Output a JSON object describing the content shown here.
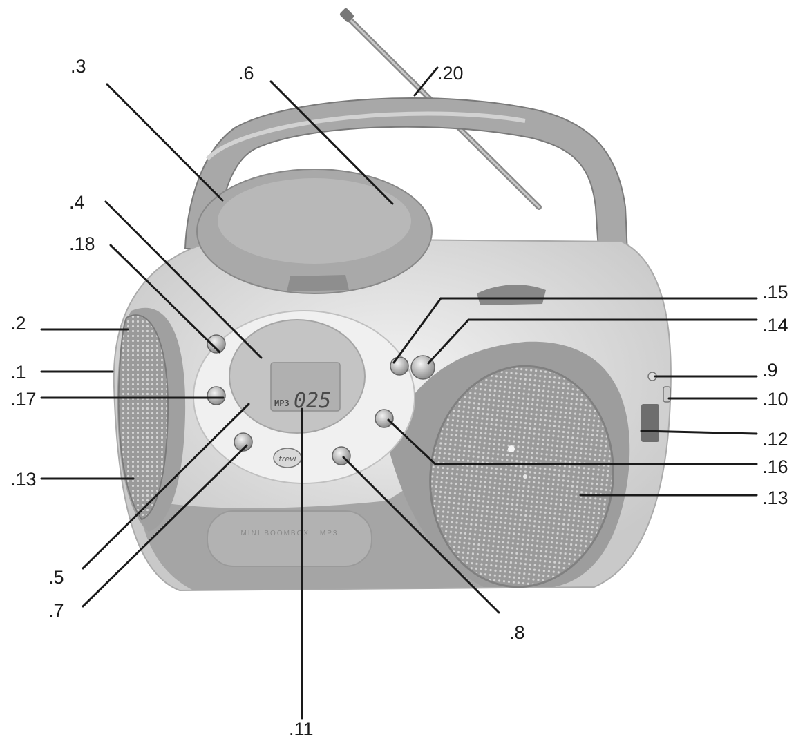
{
  "product": {
    "display_prefix": "MP3",
    "display_digits": "025",
    "front_plate_text": "MINI BOOMBOX · MP3",
    "logo_text": "trevi"
  },
  "callouts": [
    {
      "id": "c3",
      "label": ".3"
    },
    {
      "id": "c6",
      "label": ".6"
    },
    {
      "id": "c20",
      "label": ".20"
    },
    {
      "id": "c4",
      "label": ".4"
    },
    {
      "id": "c18",
      "label": ".18"
    },
    {
      "id": "c2",
      "label": ".2"
    },
    {
      "id": "c1",
      "label": ".1"
    },
    {
      "id": "c17",
      "label": ".17"
    },
    {
      "id": "c13l",
      "label": ".13"
    },
    {
      "id": "c5",
      "label": ".5"
    },
    {
      "id": "c7",
      "label": ".7"
    },
    {
      "id": "c11",
      "label": ".11"
    },
    {
      "id": "c8",
      "label": ".8"
    },
    {
      "id": "c15",
      "label": ".15"
    },
    {
      "id": "c14",
      "label": ".14"
    },
    {
      "id": "c9",
      "label": ".9"
    },
    {
      "id": "c10",
      "label": ".10"
    },
    {
      "id": "c12",
      "label": ".12"
    },
    {
      "id": "c16",
      "label": ".16"
    },
    {
      "id": "c13r",
      "label": ".13"
    }
  ]
}
